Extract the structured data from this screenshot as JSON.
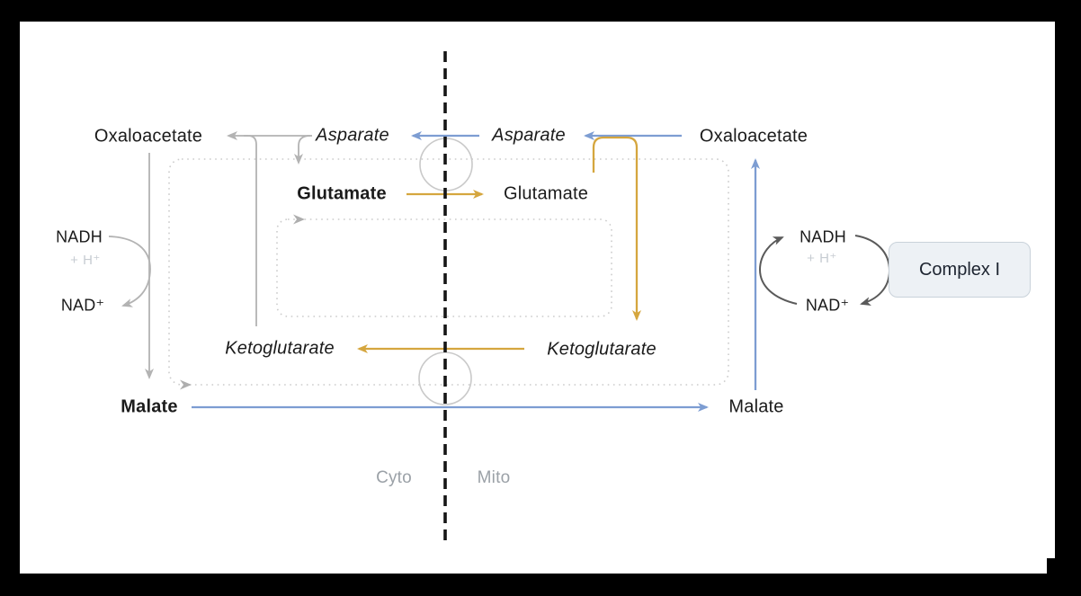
{
  "diagram": {
    "compartments": {
      "cytosol_label": "Cyto",
      "mitochondria_label": "Mito"
    },
    "cytosol": {
      "oxaloacetate": "Oxaloacetate",
      "asparate": "Asparate",
      "glutamate": "Glutamate",
      "ketoglutarate": "Ketoglutarate",
      "malate": "Malate",
      "nadh": "NADH",
      "h_plus": "+ H⁺",
      "nad_plus": "NAD⁺"
    },
    "mitochondria": {
      "asparate": "Asparate",
      "oxaloacetate": "Oxaloacetate",
      "glutamate": "Glutamate",
      "ketoglutarate": "Ketoglutarate",
      "malate": "Malate",
      "nadh": "NADH",
      "h_plus": "+ H⁺",
      "nad_plus": "NAD⁺",
      "complex_label": "Complex I"
    },
    "colors": {
      "transport_blue": "#7d9dd2",
      "transamination_gold": "#d5a63e",
      "cytosol_arrow_gray": "#b3b3b3",
      "mito_arrow_dark": "#5a5a5a",
      "membrane_dash_black": "#161616",
      "dotted_loop_gray": "#cccccc",
      "transporter_circle_gray": "#c9c9c9",
      "complex_box_fill": "#edf1f5",
      "complex_box_border": "#c9d2da"
    }
  }
}
